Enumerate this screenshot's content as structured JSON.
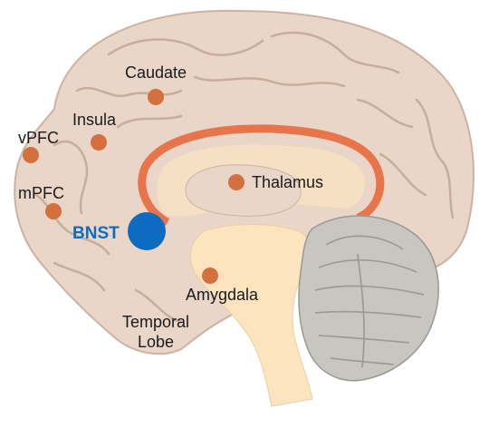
{
  "colors": {
    "brain_fill": "#e9d6c8",
    "brain_outline": "#ccb2a2",
    "gyri_line": "#c8ad9c",
    "corpus_callosum": "#e8744c",
    "inner_fill": "#f6e0c4",
    "brainstem": "#fbe4be",
    "cerebellum_fill": "#c8c6c0",
    "cerebellum_line": "#9a9891",
    "region_dot": "#d4703d",
    "bnst": "#0d6cbf"
  },
  "regions": [
    {
      "id": "caudate",
      "label": "Caudate"
    },
    {
      "id": "insula",
      "label": "Insula"
    },
    {
      "id": "vpfc",
      "label": "vPFC"
    },
    {
      "id": "thalamus",
      "label": "Thalamus"
    },
    {
      "id": "mpfc",
      "label": "mPFC"
    },
    {
      "id": "amygdala",
      "label": "Amygdala"
    }
  ],
  "bnst": {
    "label": "BNST"
  },
  "temporal_lobe": {
    "line1": "Temporal",
    "line2": "Lobe"
  }
}
